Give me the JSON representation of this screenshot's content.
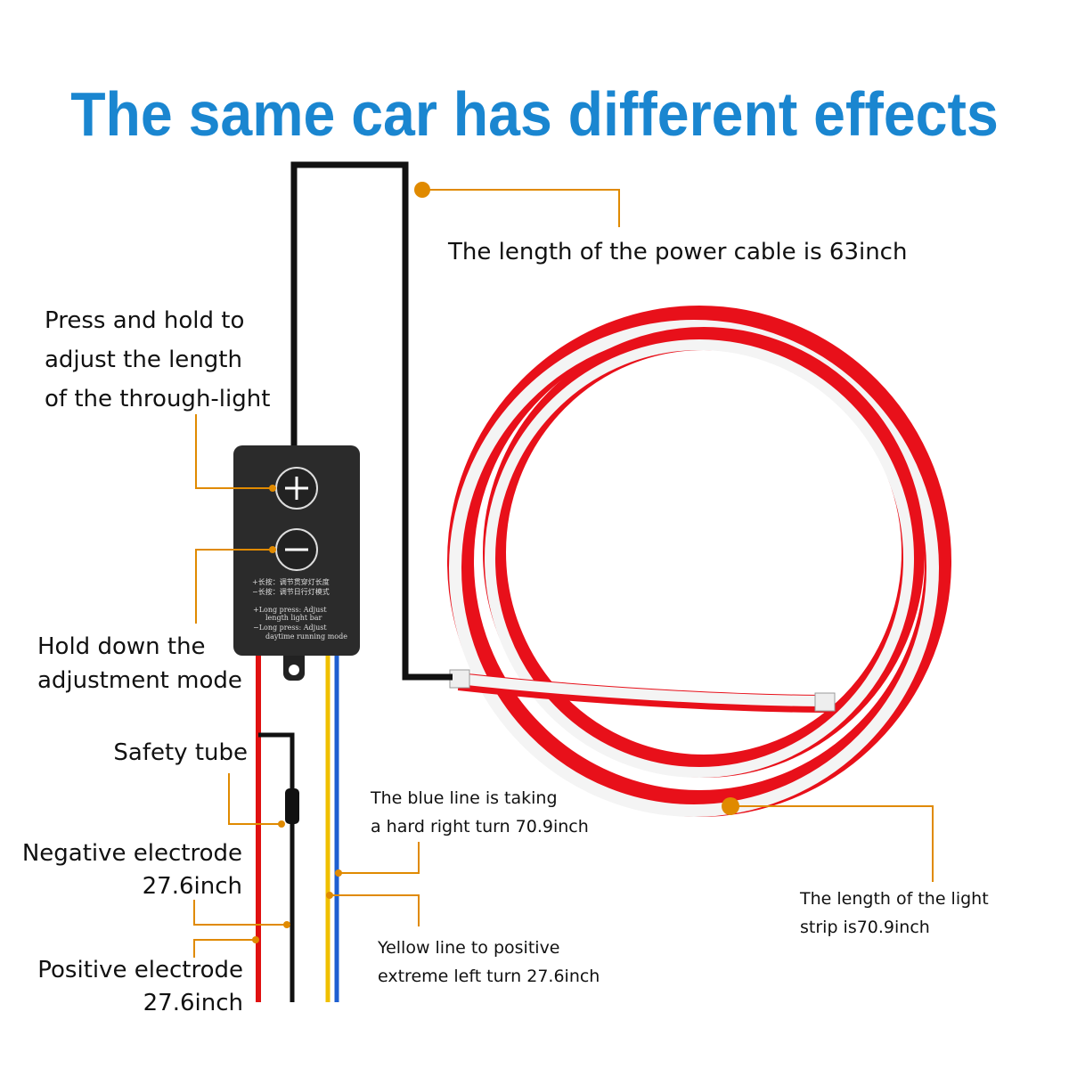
{
  "title": "The same car has different effects",
  "labels": {
    "power_cable": "The length of the power cable is 63inch",
    "press_hold": [
      "Press and hold to",
      "adjust the length",
      "of the through-light"
    ],
    "hold_down": [
      "Hold down the",
      "adjustment mode"
    ],
    "safety_tube": "Safety tube",
    "negative": [
      "Negative electrode",
      "27.6inch"
    ],
    "positive": [
      "Positive electrode",
      "27.6inch"
    ],
    "blue_line": [
      "The blue line is taking",
      "a hard right turn 70.9inch"
    ],
    "yellow_line": [
      "Yellow line to positive",
      "extreme left turn 27.6inch"
    ],
    "light_strip": [
      "The length of the light",
      "strip is70.9inch"
    ]
  },
  "controller": {
    "cn_line1": "+长按：调节贯穿灯长度",
    "cn_line2": "−长按：调节日行灯模式",
    "en_lines": [
      "+Long press: Adjust",
      "length light bar",
      "−Long press: Adjust",
      "daytime running mode"
    ]
  },
  "colors": {
    "title": "#1a86d0",
    "callout": "#e08a00",
    "strip_red": "#e8101a"
  }
}
